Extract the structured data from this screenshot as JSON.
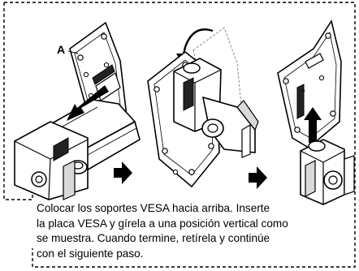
{
  "callout_label": "A",
  "caption_lines": [
    "Colocar los soportes VESA hacia arriba. Inserte",
    "la placa VESA y gírela a una posición vertical como",
    "se muestra. Cuando termine, retírela y continúe",
    "con el siguiente paso."
  ],
  "icons": {
    "step1": "vesa-plate-insert-illustration",
    "step2": "vesa-plate-rotate-illustration",
    "step3": "vesa-plate-remove-illustration",
    "next": "next-step-arrow-icon"
  },
  "colors": {
    "line": "#000000",
    "fill": "#ffffff",
    "shade": "#d9d9d9"
  }
}
